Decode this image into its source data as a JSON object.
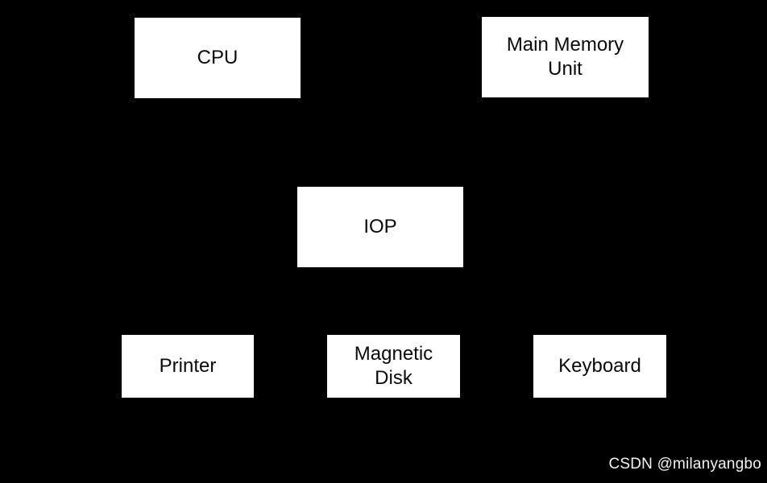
{
  "diagram": {
    "background_color": "#000000",
    "node_fill_color": "#ffffff",
    "node_text_color": "#0a0a0a",
    "nodes": [
      {
        "id": "cpu",
        "label": "CPU"
      },
      {
        "id": "main-memory-unit",
        "label": "Main Memory Unit"
      },
      {
        "id": "iop",
        "label": "IOP"
      },
      {
        "id": "printer",
        "label": "Printer"
      },
      {
        "id": "magnetic-disk",
        "label": "Magnetic Disk"
      },
      {
        "id": "keyboard",
        "label": "Keyboard"
      }
    ]
  },
  "watermark": {
    "text": "CSDN @milanyangbo",
    "color": "#f2f2f2"
  }
}
